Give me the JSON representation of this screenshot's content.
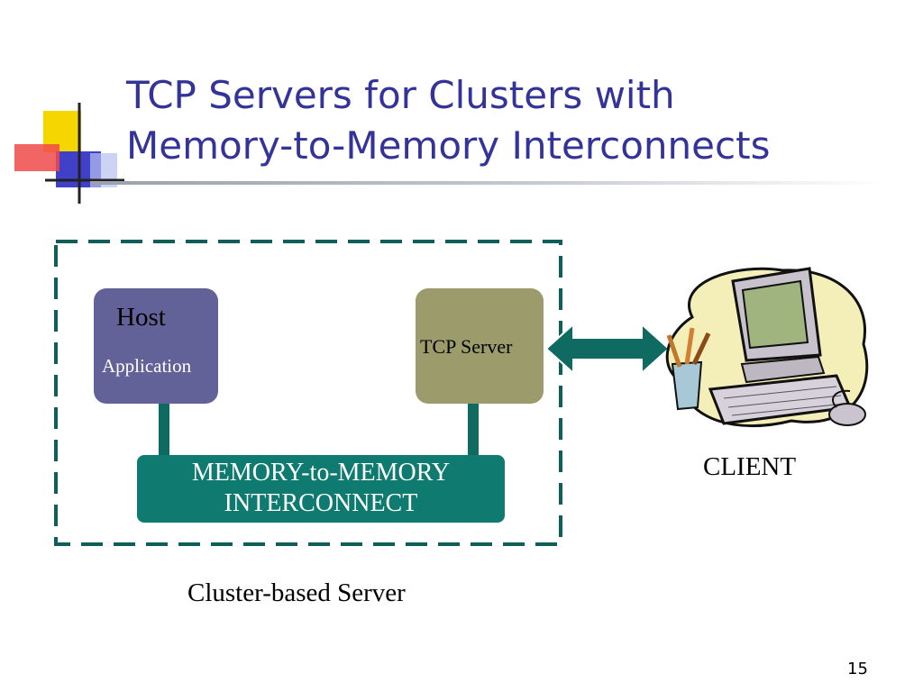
{
  "slide": {
    "title_line1": "TCP Servers for Clusters with",
    "title_line2": "Memory-to-Memory Interconnects",
    "page_number": "15"
  },
  "diagram": {
    "host_label": "Host",
    "application_label": "Application",
    "tcp_server_label": "TCP Server",
    "interconnect_line1": "MEMORY-to-MEMORY",
    "interconnect_line2": "INTERCONNECT",
    "cluster_label": "Cluster-based Server",
    "client_label": "CLIENT"
  },
  "colors": {
    "title": "#33339a",
    "host_box": "#626198",
    "tcp_box": "#9b9b6b",
    "interconnect": "#0f7a70",
    "dashed_border": "#0f5f58"
  }
}
